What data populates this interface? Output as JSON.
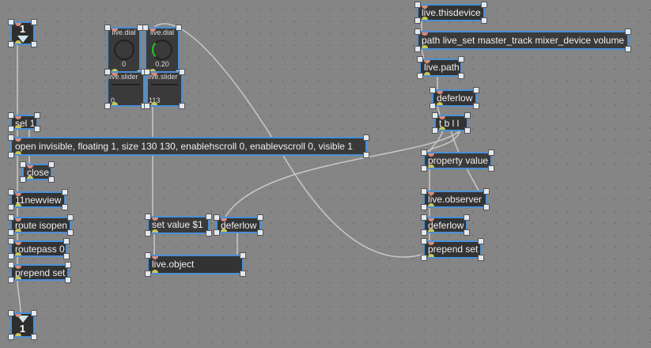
{
  "inlet": {
    "number": "1"
  },
  "outlet": {
    "number": "1"
  },
  "dials": [
    {
      "label": "live.dial",
      "value": "0"
    },
    {
      "label": "live.dial",
      "value": "0.20"
    }
  ],
  "sliders": [
    {
      "label": "live.slider",
      "value": "0"
    },
    {
      "label": "live.slider",
      "value": "113"
    }
  ],
  "objects": {
    "sel": "sel 1",
    "open_msg": "open invisible, floating 1, size 130 130, enablehscroll 0, enablevscroll 0, visible 1",
    "close": "close",
    "newview": "11newview",
    "route": "route isopen",
    "routepass": "routepass 0",
    "prepend1": "prepend set",
    "setvalue": "set value $1",
    "deferlow1": "deferlow",
    "liveobject": "live.object",
    "thisdevice": "live.thisdevice",
    "path_msg": "path live_set master_track mixer_device volume",
    "livepath": "live.path",
    "deferlow2": "deferlow",
    "tbll": "t b l l",
    "property": "property value",
    "observer": "live.observer",
    "deferlow3": "deferlow",
    "prepend2": "prepend set"
  }
}
